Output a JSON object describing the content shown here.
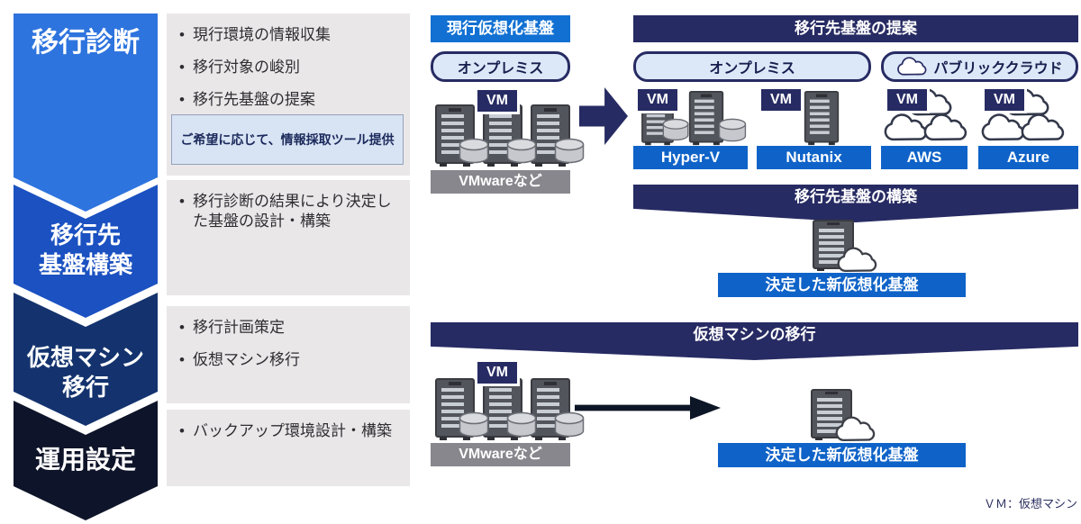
{
  "vm_badge": "VM",
  "flow": {
    "steps": [
      {
        "lines": [
          "移行診断"
        ]
      },
      {
        "lines": [
          "移行先",
          "基盤構築"
        ]
      },
      {
        "lines": [
          "仮想マシン",
          "移行"
        ]
      },
      {
        "lines": [
          "運用設定"
        ]
      }
    ]
  },
  "details": [
    {
      "bullets": [
        "現行環境の情報収集",
        "移行対象の峻別",
        "移行先基盤の提案"
      ],
      "note": "ご希望に応じて、情報採取ツール提供"
    },
    {
      "bullets": [
        "移行診断の結果により決定した基盤の設計・構築"
      ]
    },
    {
      "bullets": [
        "移行計画策定",
        "仮想マシン移行"
      ]
    },
    {
      "bullets": [
        "バックアップ環境設計・構築"
      ]
    }
  ],
  "current": {
    "header": "現行仮想化基盤",
    "onprem_label": "オンプレミス",
    "platform_label": "VMwareなど"
  },
  "proposal": {
    "banner": "移行先基盤の提案",
    "onprem_label": "オンプレミス",
    "public_cloud_label": "パブリッククラウド",
    "platforms": [
      {
        "name": "Hyper-V"
      },
      {
        "name": "Nutanix"
      },
      {
        "name": "AWS"
      },
      {
        "name": "Azure"
      }
    ]
  },
  "build": {
    "banner": "移行先基盤の構築",
    "result_label": "決定した新仮想化基盤"
  },
  "migration": {
    "banner": "仮想マシンの移行",
    "source_label": "VMwareなど",
    "result_label": "決定した新仮想化基盤"
  },
  "footnote": "ＶＭ：仮想マシン",
  "colors": {
    "step1_blue": "#2e74de",
    "step2_blue": "#1b51c1",
    "step3_navy": "#14336e",
    "step4_dark": "#0e1429",
    "banner_navy": "#272b63",
    "header_blue": "#1170d2",
    "platform_bar_blue": "#0f63c8",
    "pill_fill": "#dce8f8",
    "note_fill": "#d8e4f4",
    "detail_box_gray": "#eae7e9",
    "gray_bar": "#87878d"
  }
}
